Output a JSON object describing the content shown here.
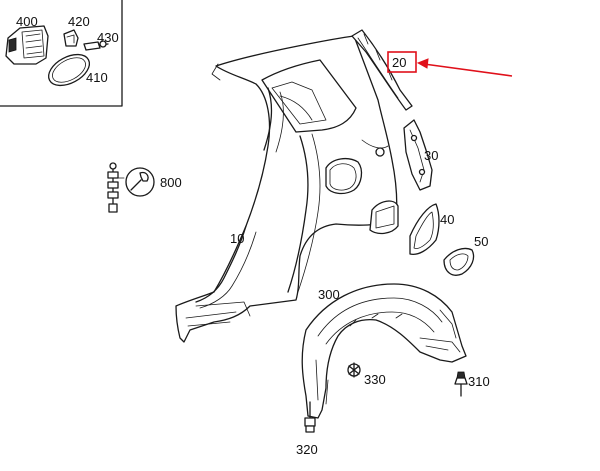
{
  "colors": {
    "line": "#1a1a1a",
    "highlight": "#e0101a",
    "background": "#ffffff"
  },
  "parts": {
    "p400": "400",
    "p420": "420",
    "p430": "430",
    "p410": "410",
    "p800": "800",
    "p10": "10",
    "p20": "20",
    "p30": "30",
    "p40": "40",
    "p50": "50",
    "p300": "300",
    "p330": "330",
    "p310": "310",
    "p320": "320"
  },
  "highlighted_part": "20"
}
